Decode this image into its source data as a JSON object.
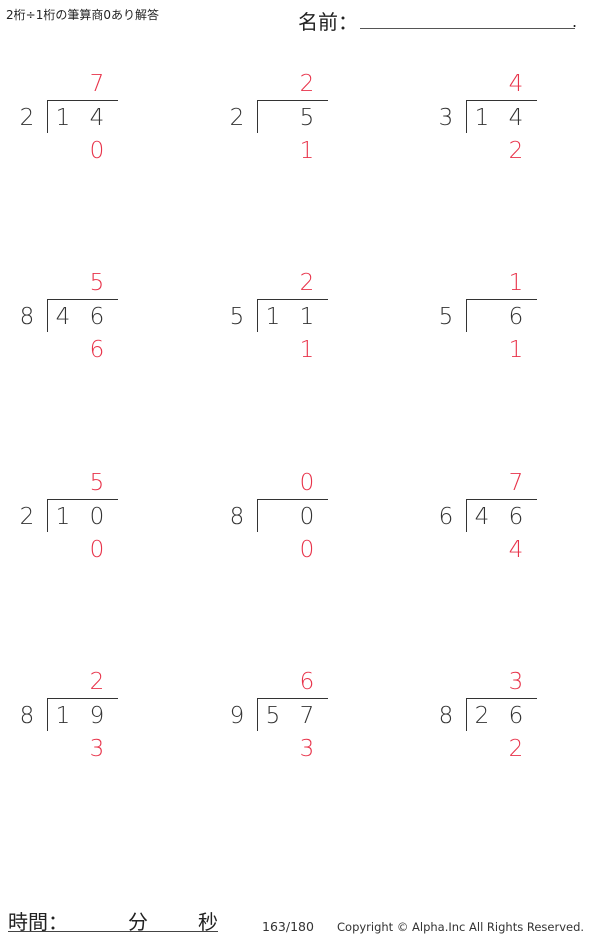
{
  "header": {
    "title": "2桁÷1桁の筆算商0あり解答",
    "name_label": "名前：",
    "name_terminator": "."
  },
  "colors": {
    "answer": "#e8334a",
    "problem": "#333333"
  },
  "problems": [
    {
      "divisor": "2",
      "dividend_tens": "1",
      "dividend_ones": "4",
      "quotient": "7",
      "remainder": "0"
    },
    {
      "divisor": "2",
      "dividend_tens": "",
      "dividend_ones": "5",
      "quotient": "2",
      "remainder": "1"
    },
    {
      "divisor": "3",
      "dividend_tens": "1",
      "dividend_ones": "4",
      "quotient": "4",
      "remainder": "2"
    },
    {
      "divisor": "8",
      "dividend_tens": "4",
      "dividend_ones": "6",
      "quotient": "5",
      "remainder": "6"
    },
    {
      "divisor": "5",
      "dividend_tens": "1",
      "dividend_ones": "1",
      "quotient": "2",
      "remainder": "1"
    },
    {
      "divisor": "5",
      "dividend_tens": "",
      "dividend_ones": "6",
      "quotient": "1",
      "remainder": "1"
    },
    {
      "divisor": "2",
      "dividend_tens": "1",
      "dividend_ones": "0",
      "quotient": "5",
      "remainder": "0"
    },
    {
      "divisor": "8",
      "dividend_tens": "",
      "dividend_ones": "0",
      "quotient": "0",
      "remainder": "0"
    },
    {
      "divisor": "6",
      "dividend_tens": "4",
      "dividend_ones": "6",
      "quotient": "7",
      "remainder": "4"
    },
    {
      "divisor": "8",
      "dividend_tens": "1",
      "dividend_ones": "9",
      "quotient": "2",
      "remainder": "3"
    },
    {
      "divisor": "9",
      "dividend_tens": "5",
      "dividend_ones": "7",
      "quotient": "6",
      "remainder": "3"
    },
    {
      "divisor": "8",
      "dividend_tens": "2",
      "dividend_ones": "6",
      "quotient": "3",
      "remainder": "2"
    }
  ],
  "footer": {
    "time_label": "時間：",
    "minutes_label": "分",
    "seconds_label": "秒",
    "page": "163/180",
    "copyright": "Copyright © Alpha.Inc All Rights Reserved."
  }
}
